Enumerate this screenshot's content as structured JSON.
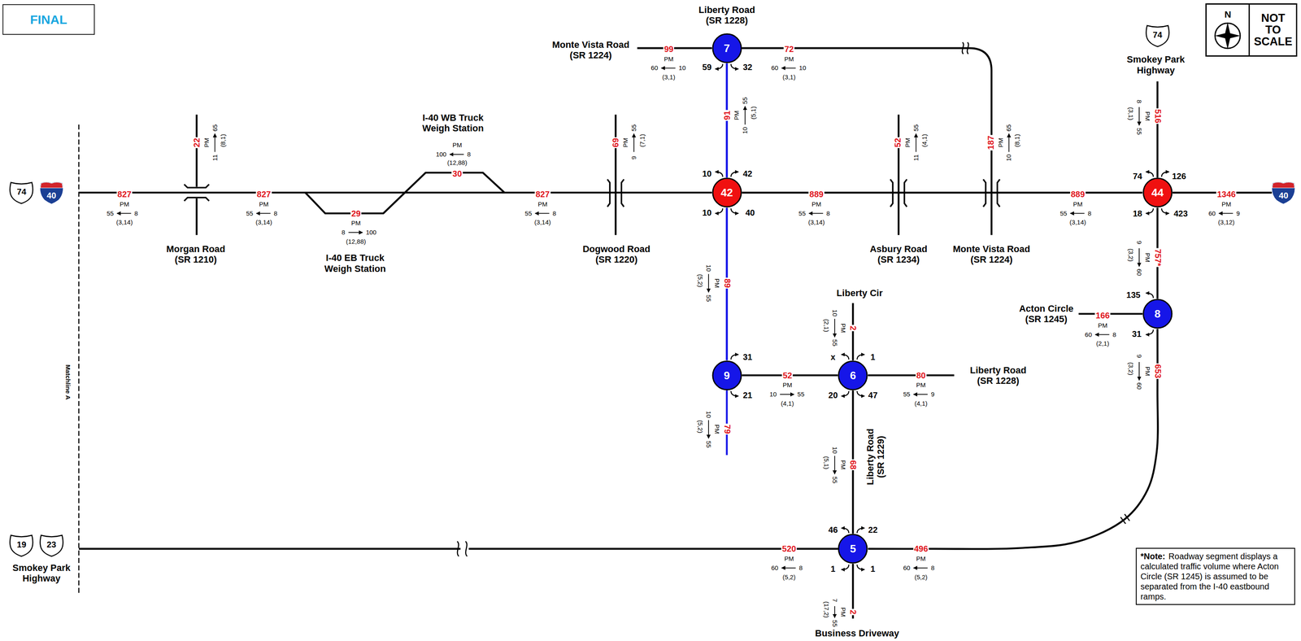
{
  "diagram": {
    "nodes": [
      {
        "text": [
          "FINAL"
        ]
      },
      {
        "text": [
          "N",
          "NOT TO SCALE"
        ]
      },
      {
        "text": [
          "7"
        ]
      },
      {
        "text": [
          "74"
        ]
      },
      {
        "text": [
          "74"
        ]
      },
      {
        "text": [
          "40"
        ]
      },
      {
        "text": [
          "42"
        ]
      },
      {
        "text": [
          "44"
        ]
      },
      {
        "text": [
          "40"
        ]
      },
      {
        "text": [
          "8"
        ]
      },
      {
        "text": [
          "9"
        ]
      },
      {
        "text": [
          "6"
        ]
      },
      {
        "text": [
          "5"
        ]
      },
      {
        "text": [
          "19"
        ]
      },
      {
        "text": [
          "23"
        ]
      },
      {
        "text": [
          "*Note:",
          "Roadway segment displays a calculated traffic volume where Acton Circle (SR 1245) is assumed to be separated from the I-40 eastbound ramps."
        ]
      }
    ],
    "edges": [
      {
        "from": 2,
        "to": 6,
        "arrow": "none"
      },
      {
        "from": 6,
        "to": 10,
        "arrow": "none"
      },
      {
        "from": 10,
        "to": 11,
        "arrow": "none"
      },
      {
        "from": 11,
        "to": 12,
        "arrow": "none"
      },
      {
        "from": 6,
        "to": 7,
        "arrow": "none"
      },
      {
        "from": 7,
        "to": 8,
        "arrow": "none"
      },
      {
        "from": 7,
        "to": 9,
        "arrow": "none"
      },
      {
        "from": 9,
        "to": 12,
        "arrow": "none"
      }
    ],
    "labels": [
      "Liberty Road (SR 1228)",
      "Monte Vista Road (SR 1224)",
      "Smokey Park Highway",
      "I-40 WB Truck Weigh Station",
      "Morgan Road (SR 1210)",
      "I-40 EB Truck Weigh Station",
      "Dogwood Road (SR 1220)",
      "Asbury Road (SR 1234)",
      "Monte Vista Road (SR 1224)",
      "Liberty Cir",
      "Acton Circle (SR 1245)",
      "Liberty Road (SR 1228)",
      "Liberty Road (SR 1229)",
      "Business Driveway",
      "Smokey Park Highway",
      "Matchline A",
      "59",
      "32",
      "10",
      "42",
      "10",
      "40",
      "74",
      "126",
      "18",
      "423",
      "135",
      "31",
      "31",
      "21",
      "x",
      "1",
      "20",
      "47",
      "46",
      "22",
      "1",
      "1",
      "827",
      "PM",
      "55",
      "8",
      "(3,14)",
      "827",
      "PM",
      "55",
      "8",
      "(3,14)",
      "29",
      "PM",
      "8",
      "100",
      "(12,88)",
      "30",
      "PM",
      "100",
      "8",
      "(12,88)",
      "827",
      "PM",
      "55",
      "8",
      "(3,14)",
      "99",
      "PM",
      "60",
      "10",
      "(3,1)",
      "72",
      "PM",
      "60",
      "10",
      "(3,1)",
      "889",
      "PM",
      "55",
      "8",
      "(3,14)",
      "889",
      "PM",
      "55",
      "8",
      "(3,14)",
      "1346",
      "PM",
      "60",
      "9",
      "(3,12)",
      "166",
      "PM",
      "60",
      "8",
      "(2,1)",
      "52",
      "PM",
      "10",
      "55",
      "(4,1)",
      "80",
      "PM",
      "55",
      "9",
      "(4,1)",
      "520",
      "PM",
      "60",
      "8",
      "(5,2)",
      "496",
      "PM",
      "60",
      "8",
      "(5,2)",
      "22",
      "PM",
      "11",
      "65",
      "(8,1)",
      "69",
      "PM",
      "9",
      "55",
      "(7,1)",
      "91",
      "PM",
      "10",
      "55",
      "(5,1)",
      "52",
      "PM",
      "11",
      "55",
      "(4,1)",
      "187",
      "PM",
      "10",
      "65",
      "(8,1)",
      "516",
      "PM",
      "8",
      "55",
      "(3,1)",
      "757*",
      "PM",
      "9",
      "60",
      "(3,2)",
      "653",
      "PM",
      "9",
      "60",
      "(3,2)",
      "89",
      "PM",
      "10",
      "55",
      "(5,2)",
      "79",
      "PM",
      "10",
      "55",
      "(5,2)",
      "2",
      "PM",
      "10",
      "55",
      "(2,1)",
      "68",
      "PM",
      "10",
      "55",
      "(5,1)",
      "2",
      "PM",
      "7",
      "55",
      "(17,2)"
    ]
  }
}
